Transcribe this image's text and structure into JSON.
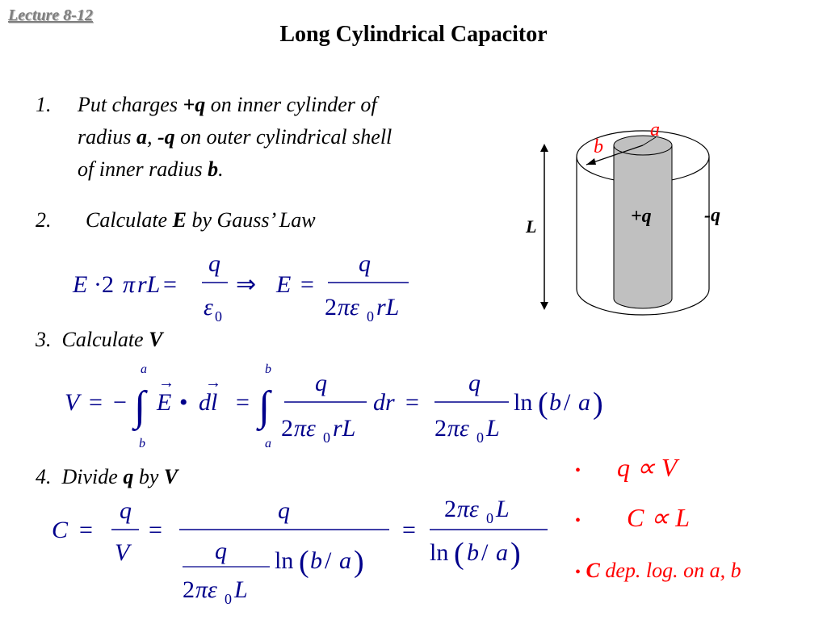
{
  "header": {
    "lecture": "Lecture 8-12",
    "title": "Long Cylindrical Capacitor"
  },
  "steps": [
    {
      "num": "1.",
      "line1_a": "Put charges ",
      "line1_b": "+q",
      "line1_c": " on inner cylinder of",
      "line2_a": "radius ",
      "line2_b": "a",
      "line2_c": ", ",
      "line2_d": "-q",
      "line2_e": " on outer cylindrical shell",
      "line3_a": "of inner radius ",
      "line3_b": "b",
      "line3_c": "."
    },
    {
      "num": "2.",
      "text_a": "Calculate ",
      "text_b": "E",
      "text_c": " by Gauss’ Law"
    },
    {
      "num": "3.",
      "text_a": "Calculate ",
      "text_b": "V"
    },
    {
      "num": "4.",
      "text_a": "Divide ",
      "text_b": "q",
      "text_c": " by ",
      "text_d": "V"
    }
  ],
  "diagram": {
    "label_a": "a",
    "label_b": "b",
    "label_L": "L",
    "inner_charge": "+q",
    "outer_charge": "-q"
  },
  "bullets": [
    {
      "dot": "•",
      "text": "q ∝ V"
    },
    {
      "dot": "•",
      "text": "C ∝ L"
    },
    {
      "dot": "•",
      "text_bold": "C",
      "text_rest": " dep. log. on a, b"
    }
  ],
  "colors": {
    "math": "#00008b",
    "accent": "#ff0000",
    "cylinder_fill": "#c0c0c0",
    "lecture": "#7f7f7f"
  }
}
